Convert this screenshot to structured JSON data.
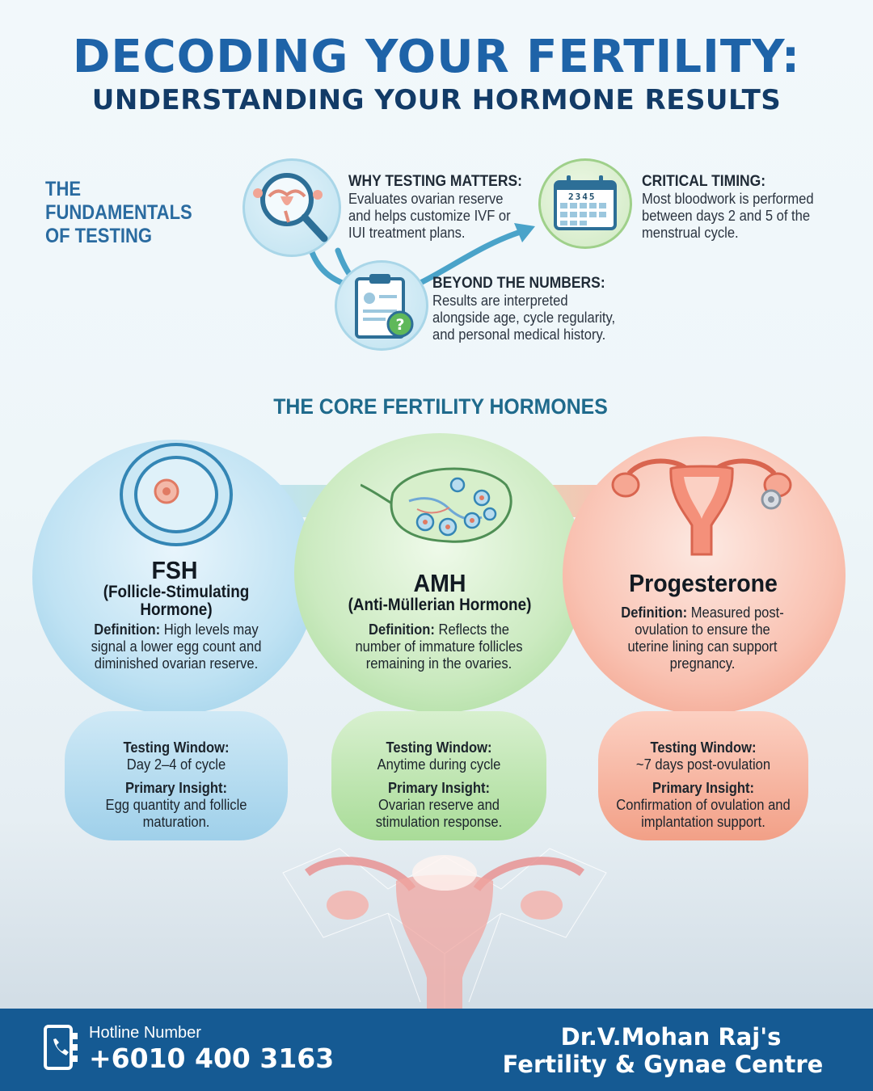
{
  "header": {
    "title_line1": "DECODING YOUR FERTILITY:",
    "title_line2": "UNDERSTANDING YOUR HORMONE RESULTS"
  },
  "fundamentals": {
    "heading": "THE FUNDAMENTALS OF TESTING",
    "why": {
      "title": "WHY TESTING MATTERS:",
      "text": "Evaluates ovarian reserve and helps customize IVF or IUI treatment plans.",
      "icon": "magnifier-uterus-icon"
    },
    "timing": {
      "title": "CRITICAL TIMING:",
      "text": "Most bloodwork is performed between days 2 and 5 of the menstrual cycle.",
      "icon": "calendar-icon",
      "calendar_days": [
        "2",
        "3",
        "4",
        "5"
      ]
    },
    "beyond": {
      "title": "BEYOND THE NUMBERS:",
      "text": "Results are interpreted alongside age, cycle regularity, and personal medical history.",
      "icon": "clipboard-question-icon"
    }
  },
  "core": {
    "heading": "THE CORE FERTILITY HORMONES",
    "hormones": [
      {
        "name": "FSH",
        "subtitle": "(Follicle-Stimulating Hormone)",
        "definition_label": "Definition:",
        "definition": "High levels may signal a lower egg count and diminished ovarian reserve.",
        "window_label": "Testing Window:",
        "window": "Day 2–4 of cycle",
        "insight_label": "Primary Insight:",
        "insight": "Egg quantity and follicle maturation.",
        "color": "#9fd0ea",
        "icon": "follicle-icon"
      },
      {
        "name": "AMH",
        "subtitle": "(Anti-Müllerian Hormone)",
        "definition_label": "Definition:",
        "definition": "Reflects the number of immature follicles remaining in the ovaries.",
        "window_label": "Testing Window:",
        "window": "Anytime during cycle",
        "insight_label": "Primary Insight:",
        "insight": "Ovarian reserve and stimulation response.",
        "color": "#a9dc98",
        "icon": "ovary-icon"
      },
      {
        "name": "Progesterone",
        "subtitle": "",
        "definition_label": "Definition:",
        "definition": "Measured post-ovulation to ensure the uterine lining can support pregnancy.",
        "window_label": "Testing Window:",
        "window": "~7 days post-ovulation",
        "insight_label": "Primary Insight:",
        "insight": "Confirmation of ovulation and implantation support.",
        "color": "#f2a087",
        "icon": "uterus-icon"
      }
    ]
  },
  "footer": {
    "hotline_label": "Hotline Number",
    "hotline_number": "+6010 400 3163",
    "brand_line1": "Dr.V.Mohan Raj's",
    "brand_line2": "Fertility & Gynae Centre",
    "phone_icon": "phone-book-icon",
    "background": "#155a93"
  }
}
